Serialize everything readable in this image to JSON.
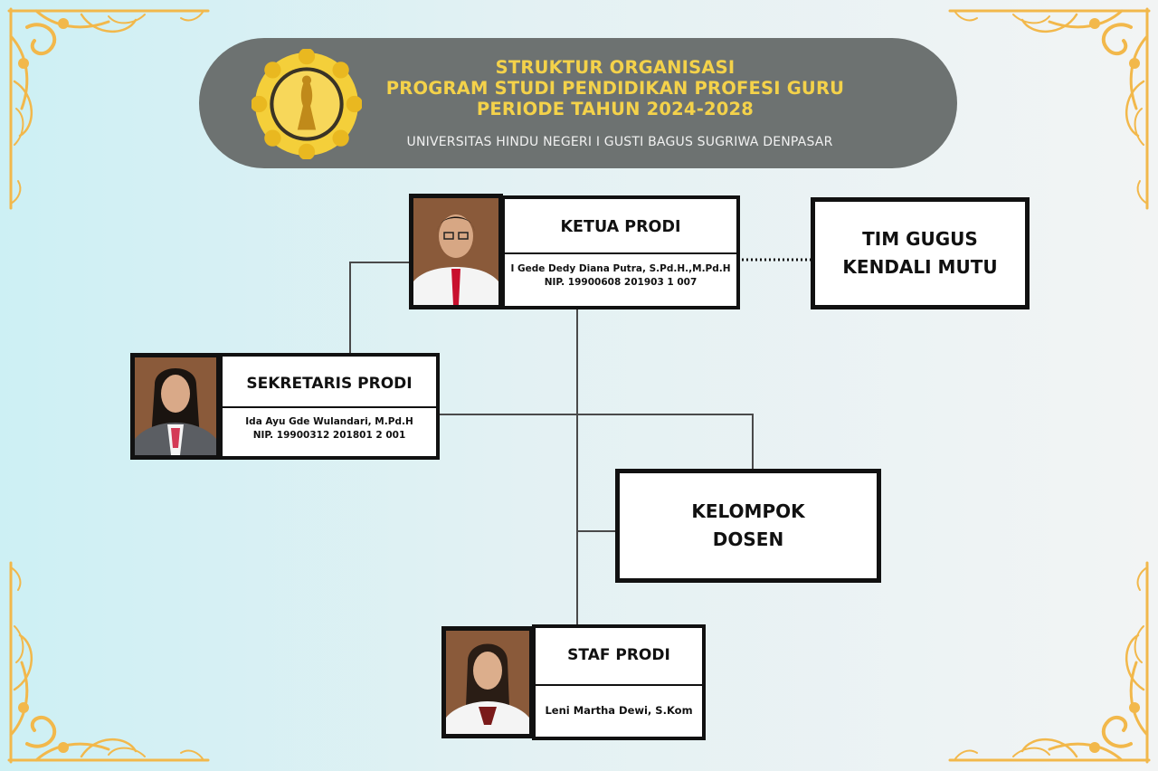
{
  "header": {
    "title_line1": "STRUKTUR ORGANISASI",
    "title_line2": "PROGRAM STUDI PENDIDIKAN PROFESI GURU",
    "title_line3": "PERIODE TAHUN 2024-2028",
    "subtitle": "UNIVERSITAS HINDU NEGERI I GUSTI BAGUS SUGRIWA DENPASAR"
  },
  "nodes": {
    "ketua": {
      "role": "KETUA PRODI",
      "name": "I Gede Dedy Diana Putra, S.Pd.H.,M.Pd.H",
      "nip": "NIP. 19900608 201903 1 007"
    },
    "tim_gugus": {
      "line1": "TIM GUGUS",
      "line2": "KENDALI MUTU"
    },
    "sekretaris": {
      "role": "SEKRETARIS PRODI",
      "name": "Ida Ayu Gde Wulandari, M.Pd.H",
      "nip": "NIP. 19900312 201801 2 001"
    },
    "kelompok": {
      "line1": "KELOMPOK",
      "line2": "DOSEN"
    },
    "staf": {
      "role": "STAF PRODI",
      "name": "Leni Martha Dewi, S.Kom"
    }
  },
  "colors": {
    "banner": "#6d7271",
    "title_gold": "#f4d24a",
    "ornament_gold": "#f2b84b",
    "box_border": "#111111",
    "connector": "#4a4a4a"
  },
  "icons": {
    "logo": "university-seal-icon",
    "ornament": "corner-ornament-icon",
    "photo": "person-photo-icon"
  }
}
